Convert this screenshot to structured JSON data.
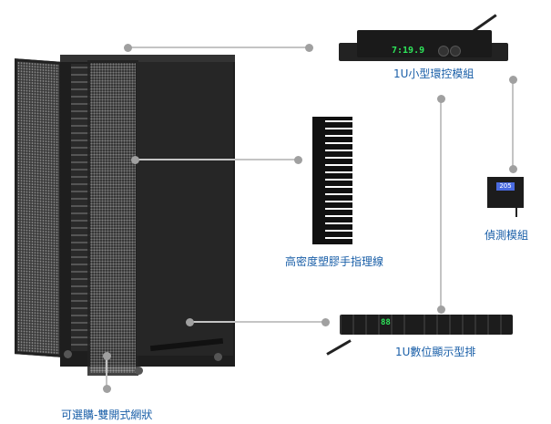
{
  "labels": {
    "env_module": "1U小型環控模組",
    "cable_manager": "高密度塑膠手指理線",
    "sensor_module": "偵測模組",
    "pdu": "1U數位顯示型排",
    "mesh_door": "可選購-雙開式網狀"
  },
  "displays": {
    "env_module": "7:19.9",
    "sensor_module": "205",
    "pdu": "88"
  },
  "colors": {
    "label": "#1a5fa8",
    "connector": "#c4c4c4",
    "dot": "#a0a0a0"
  }
}
